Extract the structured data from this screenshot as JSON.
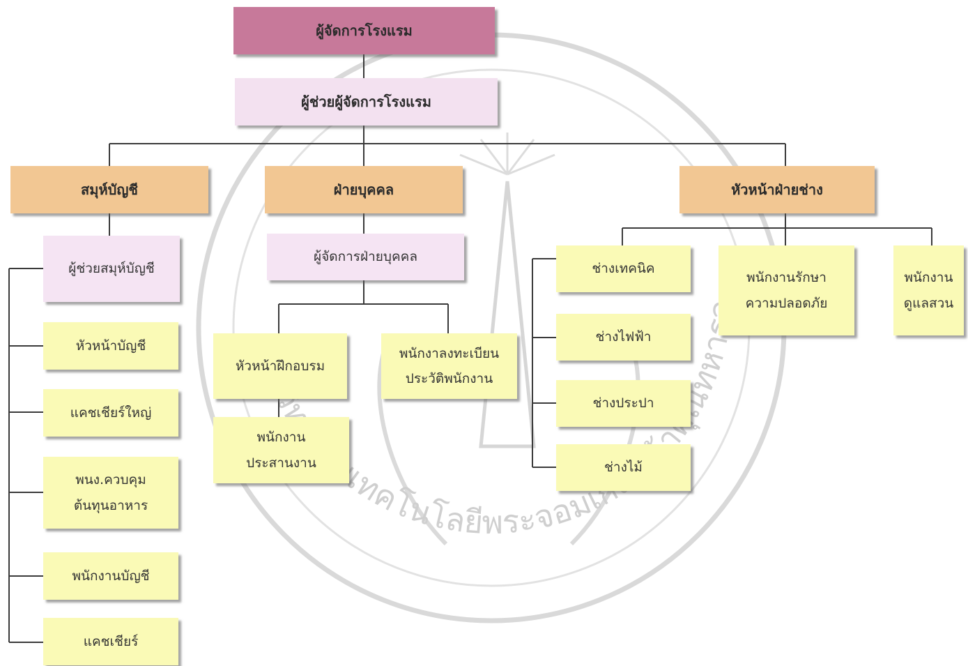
{
  "colors": {
    "top": "#c7799a",
    "assistant": "#f3e1f0",
    "department": "#f2c793",
    "sub_manager": "#f5e4f3",
    "staff": "#fafab6",
    "line": "#3a3a3a"
  },
  "watermark": {
    "text": "มหาวิทยาลัยเทคโนโลยีพระจอมเกล้าเจ้าคุณทหารลาดกระบัง"
  },
  "org": {
    "manager": "ผู้จัดการโรงแรม",
    "assistant_manager": "ผู้ช่วยผู้จัดการโรงแรม",
    "accounting": {
      "head": "สมุห์บัญชี",
      "assistant": "ผู้ช่วยสมุห์บัญชี",
      "staff": [
        {
          "lines": [
            "หัวหน้าบัญชี"
          ]
        },
        {
          "lines": [
            "แคชเชียร์ใหญ่"
          ]
        },
        {
          "lines": [
            "พนง.ควบคุม",
            "ต้นทุนอาหาร"
          ]
        },
        {
          "lines": [
            "พนักงานบัญชี"
          ]
        },
        {
          "lines": [
            "แคชเชียร์"
          ]
        }
      ]
    },
    "personnel": {
      "head": "ฝ่ายบุคคล",
      "manager": "ผู้จัดการฝ่ายบุคคล",
      "training_head": "หัวหน้าฝึกอบรม",
      "registration": [
        "พนักงาลงทะเบียน",
        "ประวัติพนักงาน"
      ],
      "coordinator": [
        "พนักงาน",
        "ประสานงาน"
      ]
    },
    "engineering": {
      "head": "หัวหน้าฝ่ายช่าง",
      "technicians": [
        "ช่างเทคนิค",
        "ช่างไฟฟ้า",
        "ช่างประปา",
        "ช่างไม้"
      ],
      "security": [
        "พนักงานรักษา",
        "ความปลอดภัย"
      ],
      "garden": [
        "พนักงาน",
        "ดูแลสวน"
      ]
    }
  }
}
